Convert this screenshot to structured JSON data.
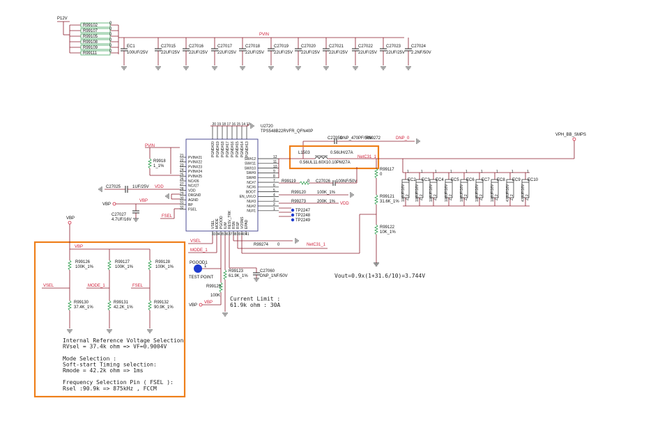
{
  "nets": {
    "p12v": "P12V",
    "pvin": "PVIN",
    "vdd": "VDD",
    "vbp": "VBP",
    "fsel": "FSEL",
    "vsel": "VSEL",
    "mode1": "MODE_1",
    "dnp0": "DNP_0",
    "netc31": "NetC31_1",
    "vph": "VPH_BB_SMPS"
  },
  "top_resistors": [
    {
      "ref": "R99102",
      "val": "0"
    },
    {
      "ref": "R99107",
      "val": "0"
    },
    {
      "ref": "R99105",
      "val": "0"
    },
    {
      "ref": "R99108",
      "val": "0"
    },
    {
      "ref": "R99109",
      "val": "0"
    },
    {
      "ref": "R99111",
      "val": "0"
    }
  ],
  "top_caps": [
    {
      "ref": "EC1",
      "val": "100UF/25V"
    },
    {
      "ref": "C27015",
      "val": "22UF/25V"
    },
    {
      "ref": "C27016",
      "val": "22UF/25V"
    },
    {
      "ref": "C27017",
      "val": "22UF/25V"
    },
    {
      "ref": "C27018",
      "val": "22UF/25V"
    },
    {
      "ref": "C27019",
      "val": "22UF/25V"
    },
    {
      "ref": "C27020",
      "val": "22UF/25V"
    },
    {
      "ref": "C27021",
      "val": "22UF/25V"
    },
    {
      "ref": "C27022",
      "val": "22UF/25V"
    },
    {
      "ref": "C27023",
      "val": "22UF/25V"
    },
    {
      "ref": "C27024",
      "val": "2.2NF/50V"
    }
  ],
  "ic": {
    "ref": "U2720",
    "part": "TPS548B22RVFR_QFN40P",
    "left_pins": [
      {
        "num": "21",
        "name": "PVIN#21"
      },
      {
        "num": "22",
        "name": "PVIN#22"
      },
      {
        "num": "23",
        "name": "PVIN#23"
      },
      {
        "num": "24",
        "name": "PVIN#24"
      },
      {
        "num": "25",
        "name": "PVIN#25"
      },
      {
        "num": "26",
        "name": "NC#26"
      },
      {
        "num": "27",
        "name": "NC#27"
      },
      {
        "num": "28",
        "name": "VDD"
      },
      {
        "num": "29",
        "name": "DRGND"
      },
      {
        "num": "30",
        "name": "AGND"
      },
      {
        "num": "31",
        "name": "BP"
      },
      {
        "num": "32",
        "name": "FSEL"
      }
    ],
    "right_pins": [
      {
        "num": "12",
        "name": "SW#12"
      },
      {
        "num": "11",
        "name": "SW#11"
      },
      {
        "num": "10",
        "name": "SW#10"
      },
      {
        "num": "9",
        "name": "SW#9"
      },
      {
        "num": "8",
        "name": "SW#8"
      },
      {
        "num": "7",
        "name": "NC#7"
      },
      {
        "num": "6",
        "name": "NC#6"
      },
      {
        "num": "5",
        "name": "BOOT"
      },
      {
        "num": "4",
        "name": "EN_UVLO"
      },
      {
        "num": "3",
        "name": "NU#3"
      },
      {
        "num": "2",
        "name": "NU#2"
      },
      {
        "num": "1",
        "name": "NU#1"
      }
    ],
    "top_pins": [
      {
        "num": "20",
        "name": "PGND#20"
      },
      {
        "num": "19",
        "name": "PGND#19"
      },
      {
        "num": "18",
        "name": "PGND#18"
      },
      {
        "num": "17",
        "name": "PGND#17"
      },
      {
        "num": "16",
        "name": "PGND#16"
      },
      {
        "num": "15",
        "name": "PGND#15"
      },
      {
        "num": "14",
        "name": "PGND#14"
      },
      {
        "num": "13",
        "name": "PGND#13"
      }
    ],
    "bottom_pins": [
      {
        "num": "33",
        "name": "VSEL"
      },
      {
        "num": "34",
        "name": "MODE"
      },
      {
        "num": "35",
        "name": "PGOOD"
      },
      {
        "num": "36",
        "name": "ILIM"
      },
      {
        "num": "37",
        "name": "RESV_TRK"
      },
      {
        "num": "38",
        "name": "RSN"
      },
      {
        "num": "39",
        "name": "RSP"
      },
      {
        "num": "40",
        "name": "VOSNS"
      },
      {
        "num": "41",
        "name": "EPAD"
      }
    ]
  },
  "parts": {
    "r9918": {
      "ref": "R9918",
      "val": "1_1%"
    },
    "c27025": {
      "ref": "C27025",
      "val": "1UF/25V"
    },
    "c27027": {
      "ref": "C27027",
      "val": "4.7UF/16V"
    },
    "c27059": {
      "ref": "C27059",
      "val": "DNP_470PF/50V"
    },
    "r99272": {
      "ref": "R99272"
    },
    "l1503": {
      "ref": "L1503",
      "val": "0.56UH/27A",
      "part": "0.56UL11.60X10.10PM27A"
    },
    "r99119": {
      "ref": "R99119",
      "val": "0"
    },
    "c27026": {
      "ref": "C27026",
      "val": "100NF/50V"
    },
    "r99120": {
      "ref": "R99120",
      "val": "100K_1%"
    },
    "r99273": {
      "ref": "R99273",
      "val": "200K_1%"
    },
    "tp2247": "TP2247",
    "tp2248": "TP2248",
    "tp2249": "TP2249",
    "r99117": {
      "ref": "R99117",
      "val": "0"
    },
    "r99121": {
      "ref": "R99121",
      "val": "31.6K_1%"
    },
    "r99122": {
      "ref": "R99122",
      "val": "10K_1%"
    },
    "r99274": {
      "ref": "R99274",
      "val": "0"
    },
    "pgood": {
      "ref": "PGOOD1",
      "pin": "1",
      "label": "TEST POINT"
    },
    "r99123": {
      "ref": "R99123",
      "val": "61.9K_1%"
    },
    "c27060": {
      "ref": "C27060",
      "val": "DNP_1NF/50V"
    },
    "r99129": {
      "ref": "R99129",
      "val": "100K"
    },
    "r99126": {
      "ref": "R99126",
      "val": "100K_1%"
    },
    "r99127": {
      "ref": "R99127",
      "val": "100K_1%"
    },
    "r99128": {
      "ref": "R99128",
      "val": "100K_1%"
    },
    "r99130": {
      "ref": "R99130",
      "val": "37.4K_1%"
    },
    "r99131": {
      "ref": "R99131",
      "val": "42.2K_1%"
    },
    "r99132": {
      "ref": "R99132",
      "val": "90.9K_1%"
    }
  },
  "output_caps": [
    {
      "ref": "EC2",
      "val": "100UF/16V"
    },
    {
      "ref": "EC3",
      "val": "100UF/16V"
    },
    {
      "ref": "EC4",
      "val": "100UF/16V"
    },
    {
      "ref": "EC5",
      "val": "100UF/16V"
    },
    {
      "ref": "EC6",
      "val": "100UF/16V"
    },
    {
      "ref": "EC7",
      "val": "100UF/16V"
    },
    {
      "ref": "EC8",
      "val": "100UF/16V"
    },
    {
      "ref": "EC9",
      "val": "470UF/16V"
    },
    {
      "ref": "EC10",
      "val": "470UF/16V"
    }
  ],
  "cap_pin_mark": "1",
  "cap_polarity": "Z_2",
  "notes": {
    "vout": "Vout=0.9x(1+31.6/10)=3.744V",
    "current_limit_1": "Current Limit :",
    "current_limit_2": "61.9k ohm : 30A",
    "config_lines": [
      "Internal Reference Voltage Selection",
      "RVsel = 37.4k ohm => VF=0.9004V",
      "",
      "Mode Selection :",
      "Soft-start Timing selection:",
      "Rmode = 42.2k ohm => 1ms",
      "",
      "Frequency Selection Pin ( FSEL ):",
      "Rsel :90.9k => 875kHz , FCCM"
    ]
  },
  "colors": {
    "wire": "#8a1a2a",
    "net_label": "#d0203a",
    "highlight": "#ee7f1a",
    "testpoint": "#1f3ccf",
    "resistor": "#2a9a4a",
    "ic_outline": "#3a3a8a"
  }
}
